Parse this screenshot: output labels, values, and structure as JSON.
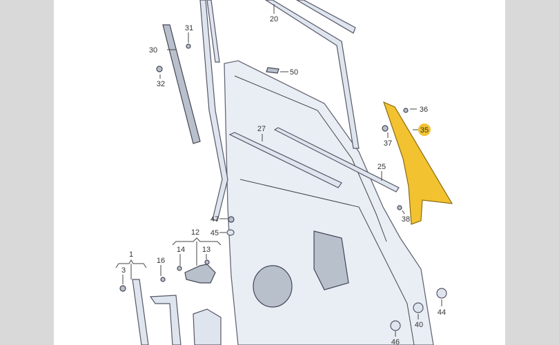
{
  "diagram": {
    "title": "Rear door parts diagram",
    "highlight_color": "#f2c230",
    "labels": {
      "p1": "1",
      "p3": "3",
      "p12": "12",
      "p13": "13",
      "p14": "14",
      "p16": "16",
      "p20": "20",
      "p25": "25",
      "p27": "27",
      "p30": "30",
      "p31": "31",
      "p32": "32",
      "p35": "35",
      "p36": "36",
      "p37": "37",
      "p38": "38",
      "p40": "40",
      "p44": "44",
      "p45": "45",
      "p46": "46",
      "p47": "47",
      "p50": "50"
    }
  }
}
